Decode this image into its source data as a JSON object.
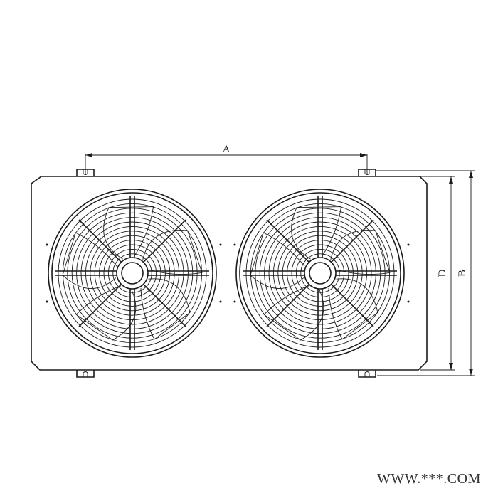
{
  "dimensions": {
    "a_label": "A",
    "d_label": "D",
    "b_label": "B"
  },
  "fans": [
    {
      "id": "left-fan",
      "blades": 5
    },
    {
      "id": "right-fan",
      "blades": 5
    }
  ],
  "watermark": "WWW.***.COM",
  "colors": {
    "line": "#1a1a1a",
    "background": "#ffffff"
  }
}
